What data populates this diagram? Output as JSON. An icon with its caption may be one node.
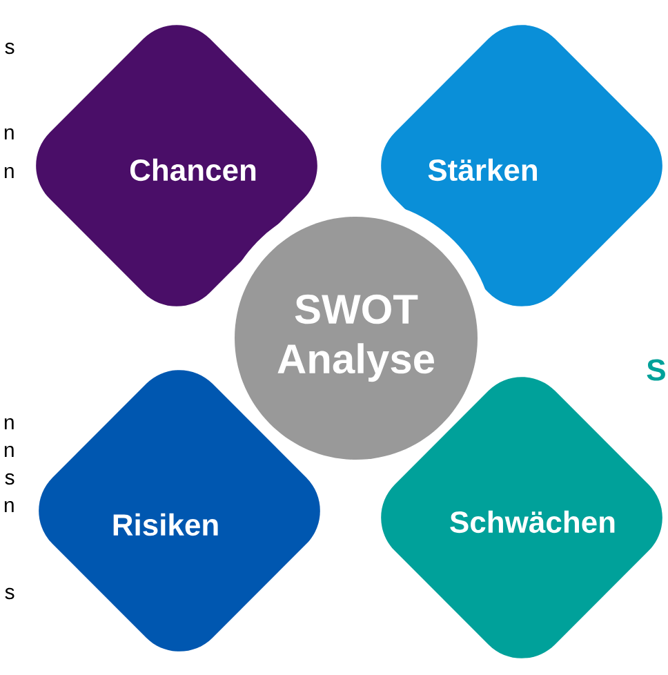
{
  "diagram": {
    "nodes": [
      {
        "text": [
          "Chancen"
        ]
      },
      {
        "text": [
          "Stärken"
        ]
      },
      {
        "text": [
          "SWOT Analyse"
        ]
      },
      {
        "text": [
          "Risiken"
        ]
      },
      {
        "text": [
          "Schwächen"
        ]
      }
    ],
    "labels": [
      "s",
      "n",
      "n",
      "n",
      "n",
      "s",
      "n",
      "s",
      "S"
    ]
  }
}
